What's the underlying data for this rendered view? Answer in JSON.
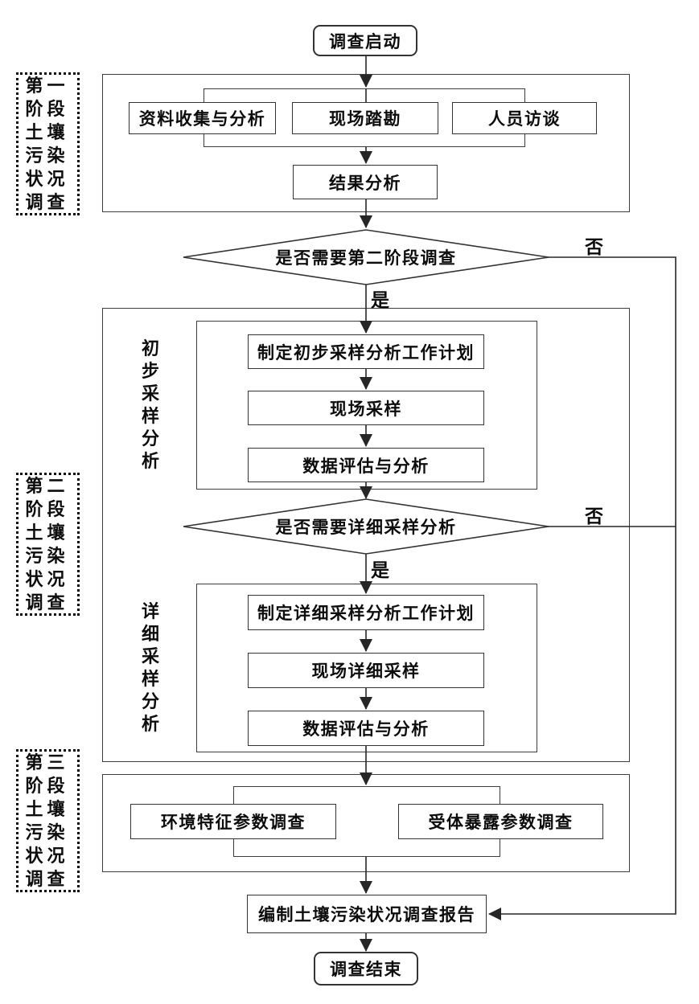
{
  "flow": {
    "start": "调查启动",
    "phase1": {
      "side_label": "第一阶段土壤污染状况调查",
      "tasks": [
        "资料收集与分析",
        "现场踏勘",
        "人员访谈"
      ],
      "result": "结果分析"
    },
    "decision1": {
      "text": "是否需要第二阶段调查",
      "yes": "是",
      "no": "否"
    },
    "phase2": {
      "side_label": "第二阶段土壤污染状况调查",
      "group1": {
        "label": "初步采样分析",
        "steps": [
          "制定初步采样分析工作计划",
          "现场采样",
          "数据评估与分析"
        ]
      },
      "decision2": {
        "text": "是否需要详细采样分析",
        "yes": "是",
        "no": "否"
      },
      "group2": {
        "label": "详细采样分析",
        "steps": [
          "制定详细采样分析工作计划",
          "现场详细采样",
          "数据评估与分析"
        ]
      }
    },
    "phase3": {
      "side_label": "第三阶段土壤污染状况调查",
      "tasks": [
        "环境特征参数调查",
        "受体暴露参数调查"
      ]
    },
    "report": "编制土壤污染状况调查报告",
    "end": "调查结束"
  },
  "colors": {
    "line": "#262626",
    "text": "#0d0d0d",
    "background": "#ffffff"
  }
}
